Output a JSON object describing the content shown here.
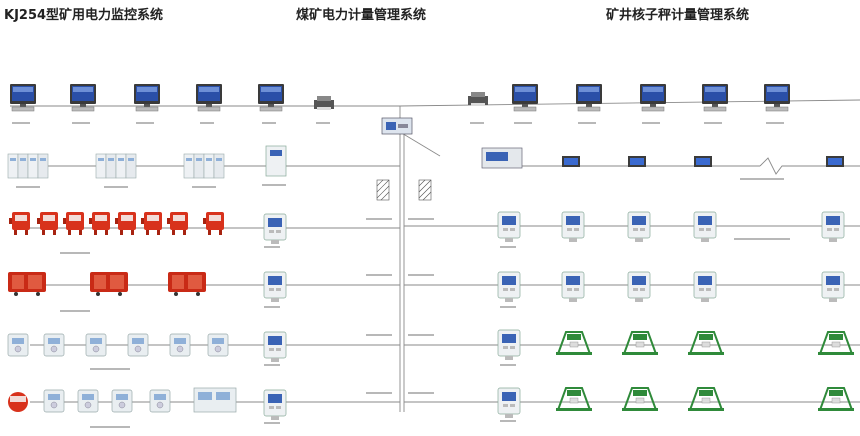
{
  "titles": {
    "left": "KJ254型矿用电力监控系统",
    "center": "煤矿电力计量管理系统",
    "right": "矿井核子秤计量管理系统"
  },
  "colors": {
    "line": "#8a8a8a",
    "red_equipment": "#d8321c",
    "monitor_frame": "#3a3a3a",
    "screen_blue": "#2a4fa8",
    "scale_green": "#2f8a3a",
    "panel_grey": "#e8ecef"
  },
  "icons": [
    "workstation-monitor-icon",
    "printer-icon",
    "switch-icon",
    "server-cabinet-icon",
    "distribution-panel-icon",
    "explosion-proof-switch-icon",
    "mobile-substation-icon",
    "substation-controller-icon",
    "field-station-icon",
    "nuclear-scale-icon",
    "scale-display-icon"
  ]
}
